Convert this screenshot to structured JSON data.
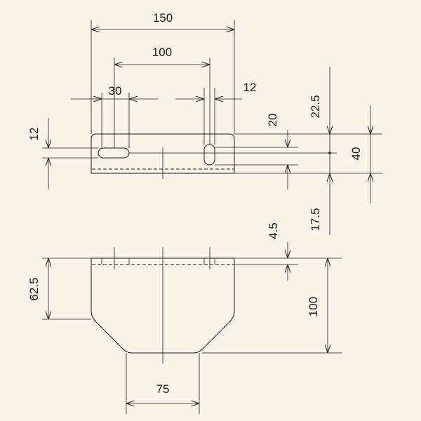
{
  "dimensions": {
    "top_width": "150",
    "slot_pitch": "100",
    "left_offset": "30",
    "slot_width_right": "12",
    "slot_height_left": "12",
    "flange_depth": "20",
    "top_to_slot": "22.5",
    "total_depth": "40",
    "slot_to_bottom": "17.5",
    "thickness": "4.5",
    "side_height": "62.5",
    "total_height": "100",
    "bottom_width": "75"
  },
  "colors": {
    "background": "#f8f4e8",
    "line": "#1a1a1a"
  }
}
